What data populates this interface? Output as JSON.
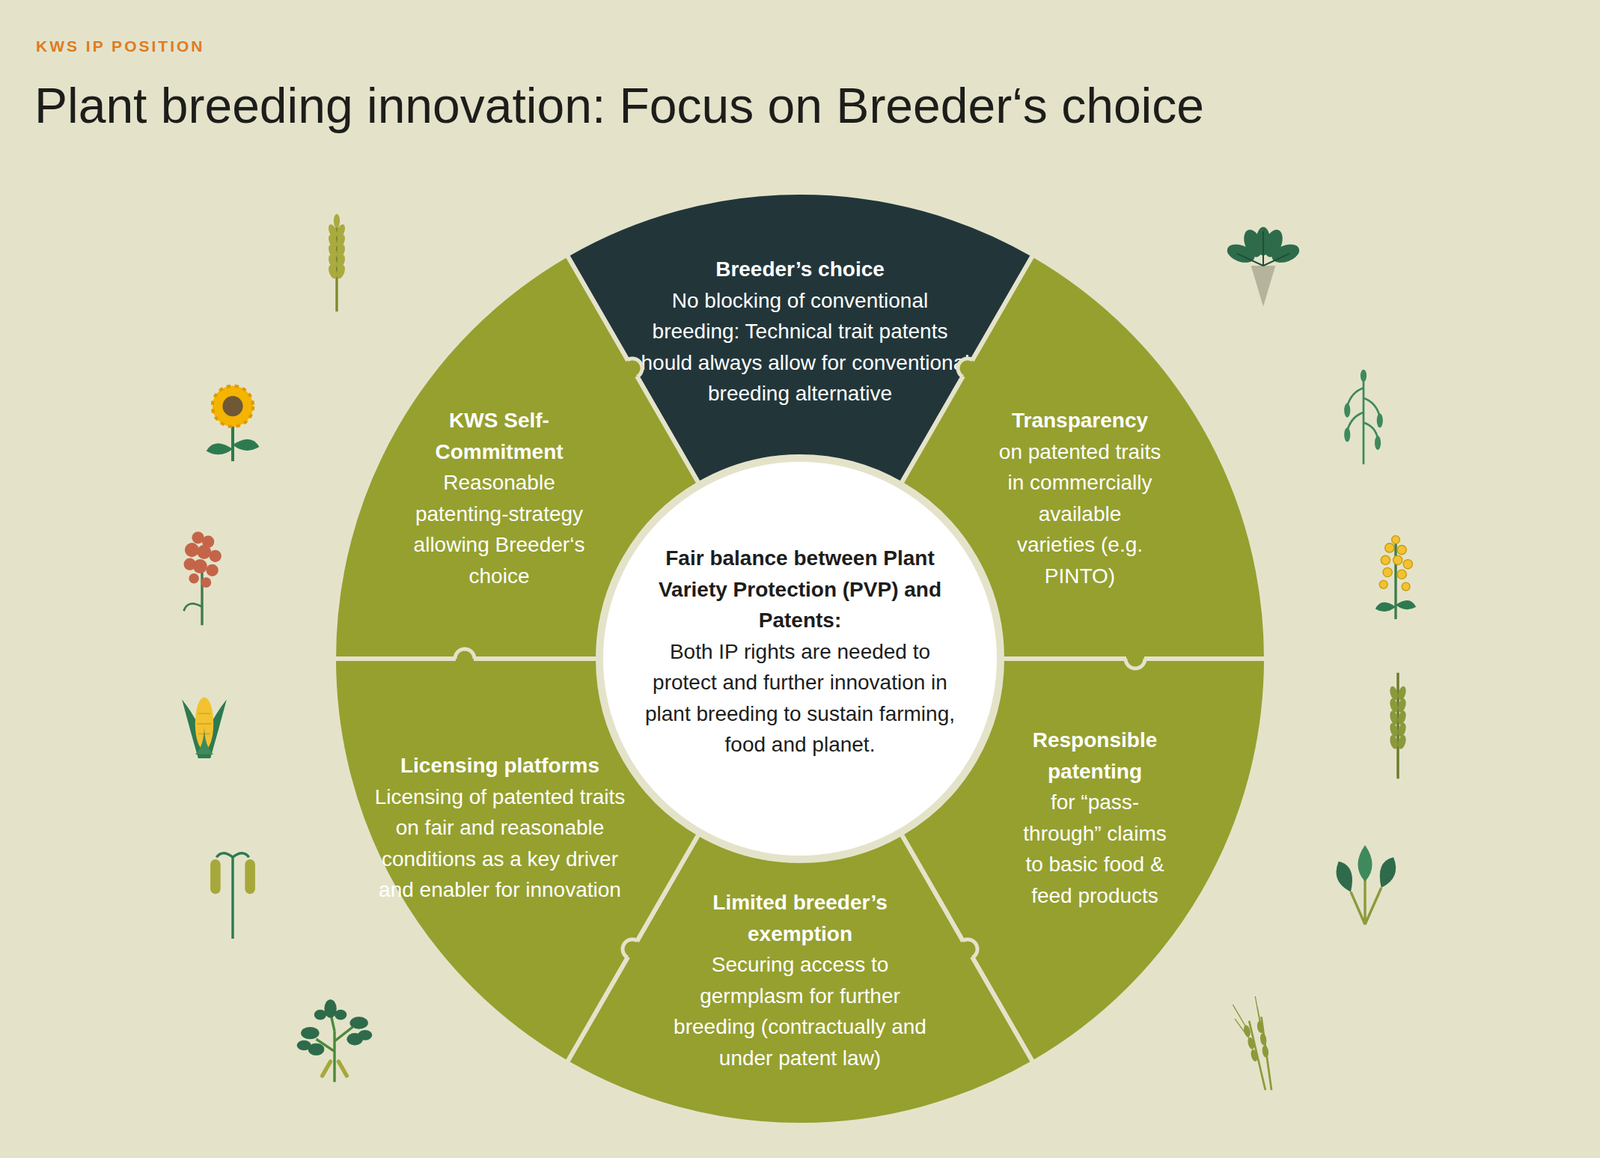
{
  "diagram": {
    "title": "Plant breeding innovation: Focus on Breeder‘s choice",
    "nodes": [
      {
        "text": [
          "Breeder’s choice",
          "No blocking of conventional breeding: Technical trait patents should always allow for conventional breeding alternative"
        ]
      },
      {
        "text": [
          "Transparency",
          "on patented traits in commercially available varieties (e.g. PINTO)"
        ]
      },
      {
        "text": [
          "Responsible patenting",
          "for “pass-through” claims to basic food & feed products"
        ]
      },
      {
        "text": [
          "Limited breeder’s exemption",
          "Securing access to germplasm for further breeding (contractually and under patent law)"
        ]
      },
      {
        "text": [
          "Licensing platforms",
          "Licensing of patented traits on fair and reasonable conditions as a key driver and enabler for innovation"
        ]
      },
      {
        "text": [
          "KWS Self-Commitment",
          "Reasonable patenting-strategy allowing Breeder‘s choice"
        ]
      },
      {
        "text": [
          "Fair balance between Plant Variety Protection (PVP) and Patents:",
          "Both IP rights are needed to protect and further innovation in plant breeding to sustain farming, food and planet."
        ]
      }
    ],
    "labels": [
      "KWS IP POSITION"
    ]
  }
}
